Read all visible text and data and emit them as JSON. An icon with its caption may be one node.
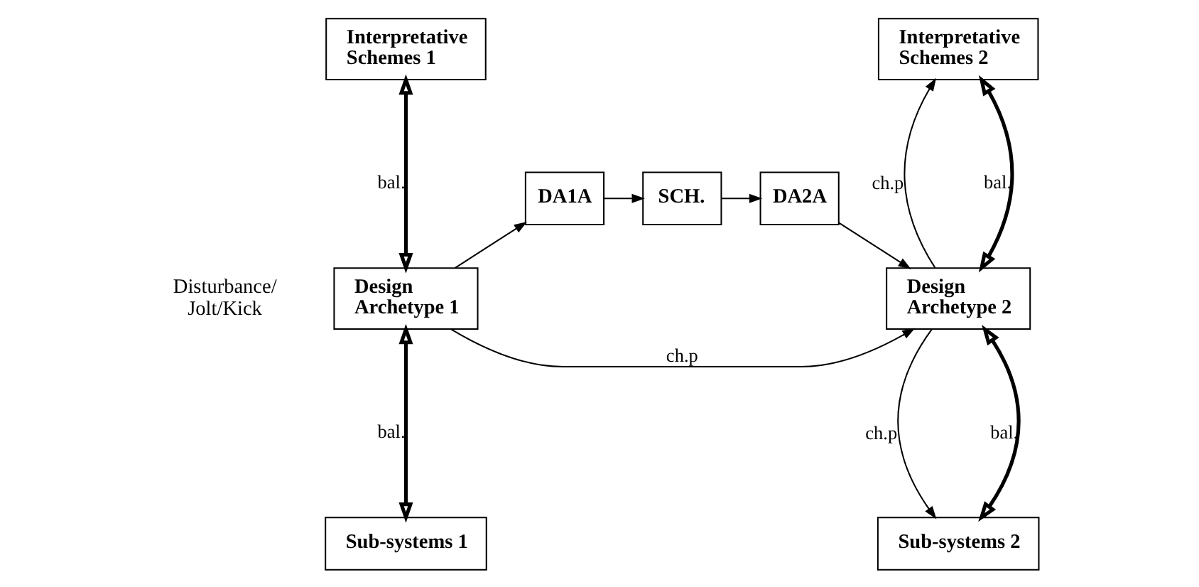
{
  "diagram": {
    "nodes": [
      {
        "text": [
          "Interpretative Schemes 1"
        ]
      },
      {
        "text": [
          "Interpretative Schemes 2"
        ]
      },
      {
        "text": [
          "Disturbance/ Jolt/Kick"
        ]
      },
      {
        "text": [
          "Design Archetype 1"
        ]
      },
      {
        "text": [
          "DA1A"
        ]
      },
      {
        "text": [
          "SCH."
        ]
      },
      {
        "text": [
          "DA2A"
        ]
      },
      {
        "text": [
          "Design Archetype 2"
        ]
      },
      {
        "text": [
          "Sub-systems 1"
        ]
      },
      {
        "text": [
          "Sub-systems 2"
        ]
      }
    ],
    "edges": [
      {
        "from": 0,
        "to": 3,
        "arrow": "both",
        "label": "bal.",
        "style": "thick"
      },
      {
        "from": 3,
        "to": 8,
        "arrow": "both",
        "label": "bal.",
        "style": "thick"
      },
      {
        "from": 3,
        "to": 4,
        "arrow": "to"
      },
      {
        "from": 4,
        "to": 5,
        "arrow": "to"
      },
      {
        "from": 5,
        "to": 6,
        "arrow": "to"
      },
      {
        "from": 6,
        "to": 7,
        "arrow": "to"
      },
      {
        "from": 3,
        "to": 7,
        "arrow": "to",
        "label": "ch.p"
      },
      {
        "from": 1,
        "to": 7,
        "arrow": "both",
        "label": "bal.",
        "style": "thick"
      },
      {
        "from": 7,
        "to": 1,
        "arrow": "to",
        "label": "ch.p"
      },
      {
        "from": 7,
        "to": 9,
        "arrow": "both",
        "label": "bal.",
        "style": "thick"
      },
      {
        "from": 7,
        "to": 9,
        "arrow": "to",
        "label": "ch.p"
      }
    ]
  }
}
